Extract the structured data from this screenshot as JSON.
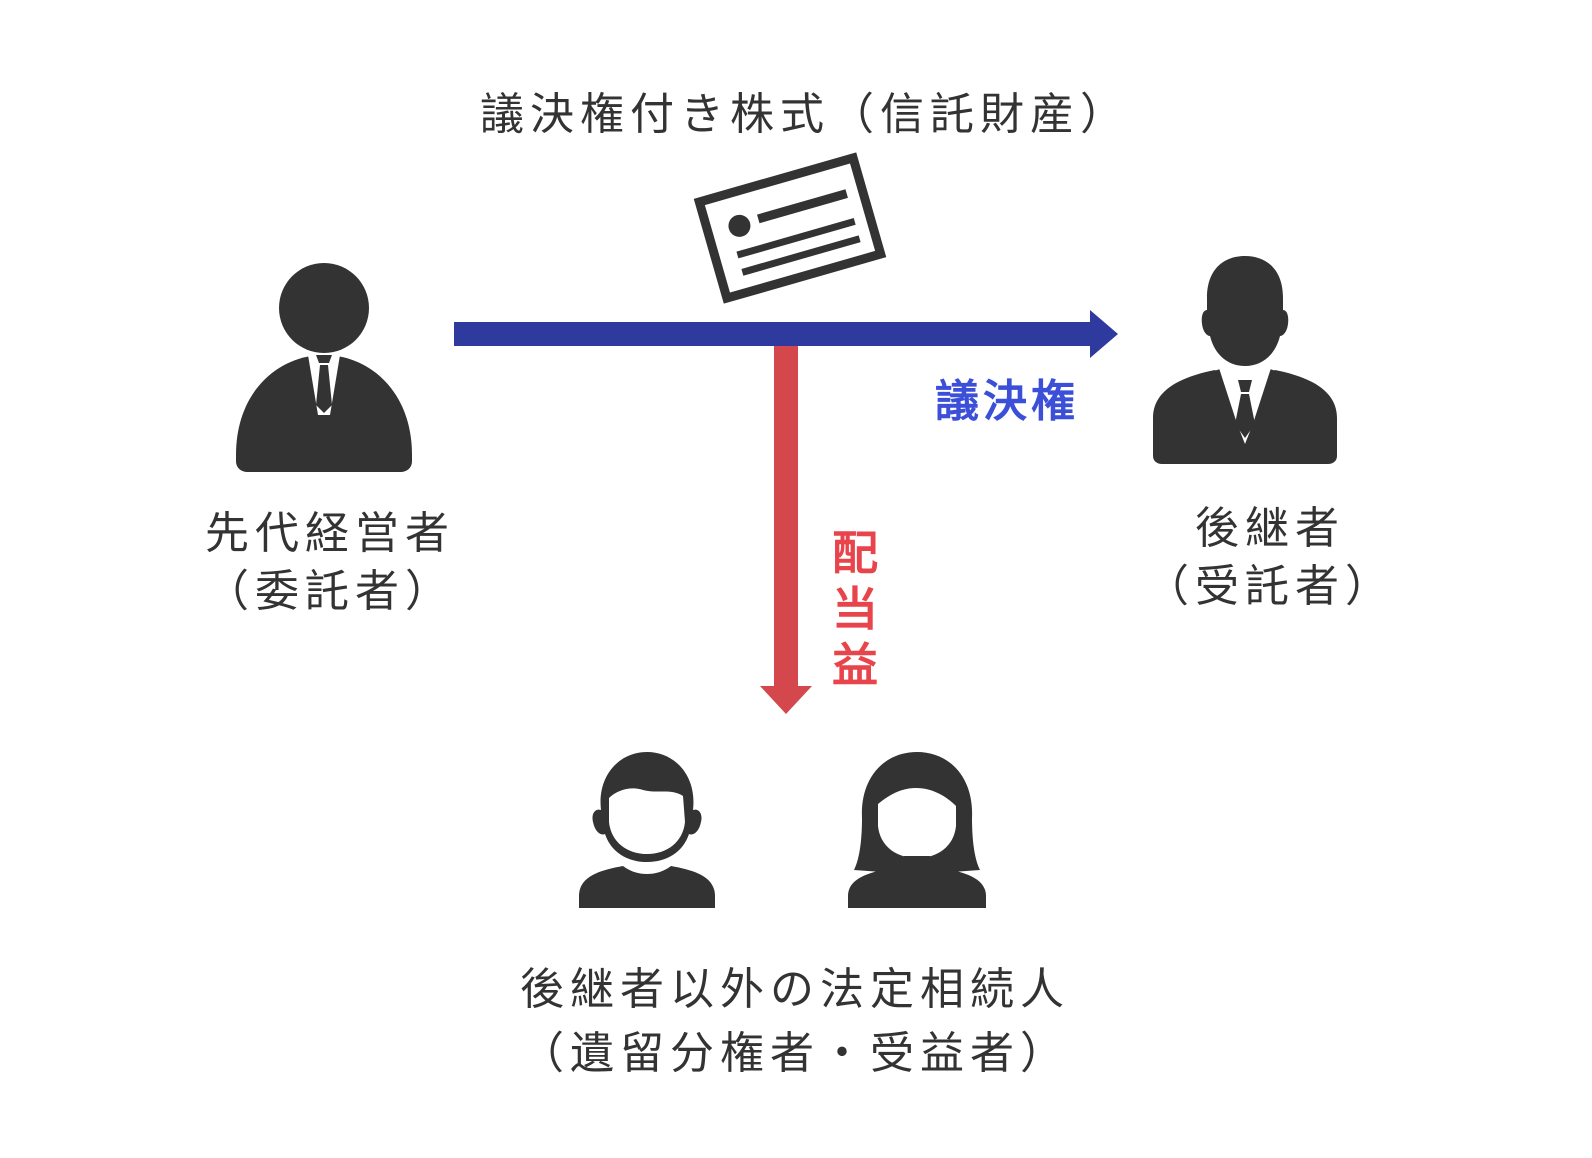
{
  "title": "議決権付き株式（信託財産）",
  "settlor": {
    "name": "先代経営者",
    "role": "（委託者）"
  },
  "trustee": {
    "name": "後継者",
    "role": "（受託者）"
  },
  "beneficiaries": {
    "name": "後継者以外の法定相続人",
    "role": "（遺留分権者・受益者）"
  },
  "flows": {
    "voting_rights": "議決権",
    "dividend_chars": [
      "配",
      "当",
      "益"
    ]
  },
  "colors": {
    "voting_arrow": "#2e3a9e",
    "voting_text": "#3b4fd8",
    "dividend_arrow": "#d4474c",
    "dividend_text": "#e8444b",
    "icon": "#333333"
  },
  "icons": {
    "settlor": "businessman-icon",
    "trustee": "businessman-with-hair-icon",
    "share_certificate": "stock-certificate-icon",
    "heir_male": "man-icon",
    "heir_female": "woman-icon"
  }
}
